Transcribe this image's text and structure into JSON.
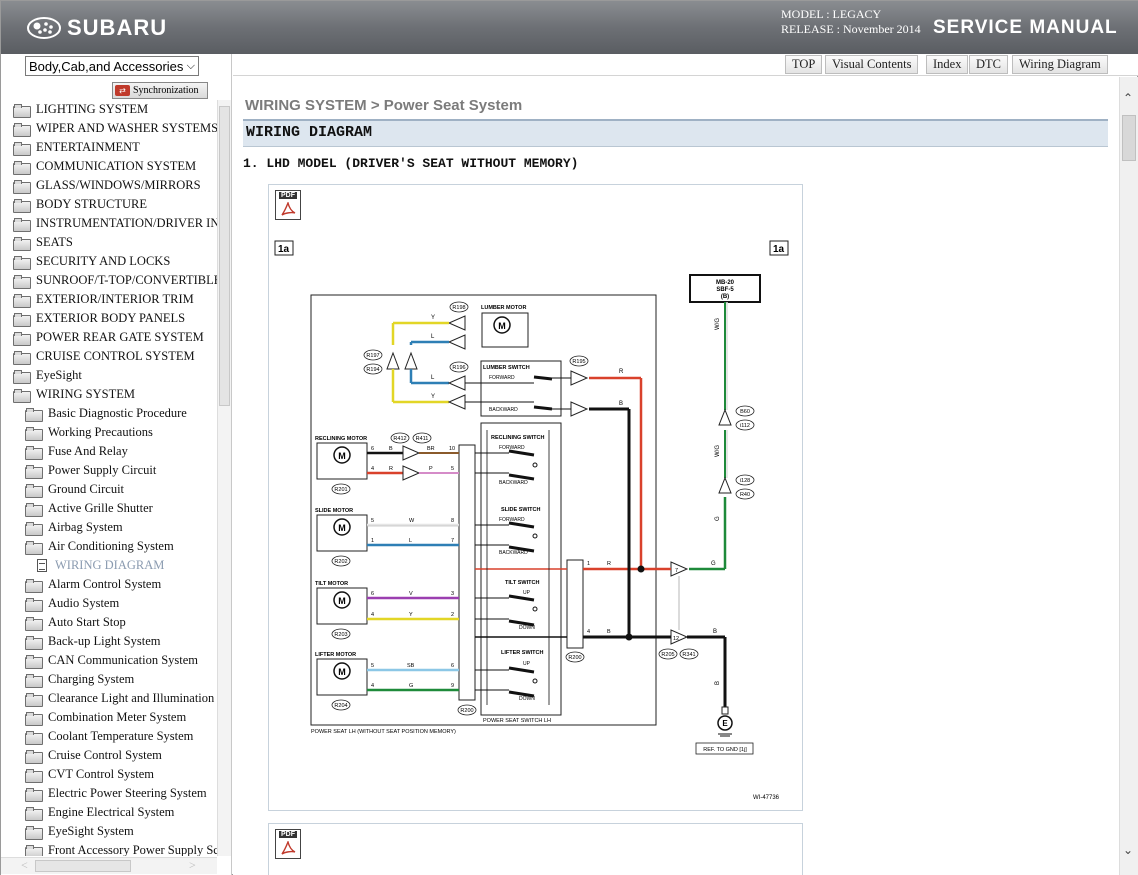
{
  "header": {
    "brand": "SUBARU",
    "model": "MODEL : LEGACY",
    "release": "RELEASE : November 2014",
    "manual_title": "SERVICE MANUAL"
  },
  "sidebar": {
    "dropdown_value": "Body,Cab,and Accessories",
    "sync_label": "Synchronization",
    "items": [
      {
        "label": "LIGHTING SYSTEM",
        "level": 0,
        "icon": "folder-icon"
      },
      {
        "label": "WIPER AND WASHER SYSTEMS",
        "level": 0,
        "icon": "folder-icon"
      },
      {
        "label": "ENTERTAINMENT",
        "level": 0,
        "icon": "folder-icon"
      },
      {
        "label": "COMMUNICATION SYSTEM",
        "level": 0,
        "icon": "folder-icon"
      },
      {
        "label": "GLASS/WINDOWS/MIRRORS",
        "level": 0,
        "icon": "folder-icon"
      },
      {
        "label": "BODY STRUCTURE",
        "level": 0,
        "icon": "folder-icon"
      },
      {
        "label": "INSTRUMENTATION/DRIVER IN",
        "level": 0,
        "icon": "folder-icon"
      },
      {
        "label": "SEATS",
        "level": 0,
        "icon": "folder-icon"
      },
      {
        "label": "SECURITY AND LOCKS",
        "level": 0,
        "icon": "folder-icon"
      },
      {
        "label": "SUNROOF/T-TOP/CONVERTIBLE",
        "level": 0,
        "icon": "folder-icon"
      },
      {
        "label": "EXTERIOR/INTERIOR TRIM",
        "level": 0,
        "icon": "folder-icon"
      },
      {
        "label": "EXTERIOR BODY PANELS",
        "level": 0,
        "icon": "folder-icon"
      },
      {
        "label": "POWER REAR GATE SYSTEM",
        "level": 0,
        "icon": "folder-icon"
      },
      {
        "label": "CRUISE CONTROL SYSTEM",
        "level": 0,
        "icon": "folder-icon"
      },
      {
        "label": "EyeSight",
        "level": 0,
        "icon": "folder-icon"
      },
      {
        "label": "WIRING SYSTEM",
        "level": 0,
        "icon": "folder-open-icon"
      },
      {
        "label": "Basic Diagnostic Procedure",
        "level": 1,
        "icon": "folder-icon"
      },
      {
        "label": "Working Precautions",
        "level": 1,
        "icon": "folder-icon"
      },
      {
        "label": "Fuse And Relay",
        "level": 1,
        "icon": "folder-icon"
      },
      {
        "label": "Power Supply Circuit",
        "level": 1,
        "icon": "folder-icon"
      },
      {
        "label": "Ground Circuit",
        "level": 1,
        "icon": "folder-icon"
      },
      {
        "label": "Active Grille Shutter",
        "level": 1,
        "icon": "folder-icon"
      },
      {
        "label": "Airbag System",
        "level": 1,
        "icon": "folder-icon"
      },
      {
        "label": "Air Conditioning System",
        "level": 1,
        "icon": "folder-open-icon"
      },
      {
        "label": "WIRING DIAGRAM",
        "level": 2,
        "icon": "document-icon",
        "active": true
      },
      {
        "label": "Alarm Control System",
        "level": 1,
        "icon": "folder-icon"
      },
      {
        "label": "Audio System",
        "level": 1,
        "icon": "folder-icon"
      },
      {
        "label": "Auto Start Stop",
        "level": 1,
        "icon": "folder-icon"
      },
      {
        "label": "Back-up Light System",
        "level": 1,
        "icon": "folder-icon"
      },
      {
        "label": "CAN Communication System",
        "level": 1,
        "icon": "folder-icon"
      },
      {
        "label": "Charging System",
        "level": 1,
        "icon": "folder-icon"
      },
      {
        "label": "Clearance Light and Illumination Li",
        "level": 1,
        "icon": "folder-icon"
      },
      {
        "label": "Combination Meter System",
        "level": 1,
        "icon": "folder-icon"
      },
      {
        "label": "Coolant Temperature System",
        "level": 1,
        "icon": "folder-icon"
      },
      {
        "label": "Cruise Control System",
        "level": 1,
        "icon": "folder-icon"
      },
      {
        "label": "CVT Control System",
        "level": 1,
        "icon": "folder-icon"
      },
      {
        "label": "Electric Power Steering System",
        "level": 1,
        "icon": "folder-icon"
      },
      {
        "label": "Engine Electrical System",
        "level": 1,
        "icon": "folder-icon"
      },
      {
        "label": "EyeSight System",
        "level": 1,
        "icon": "folder-icon"
      },
      {
        "label": "Front Accessory Power Supply Sc",
        "level": 1,
        "icon": "folder-icon"
      }
    ]
  },
  "nav": {
    "buttons": [
      "TOP",
      "Visual Contents",
      "Index",
      "DTC",
      "Wiring Diagram"
    ]
  },
  "content": {
    "breadcrumb": "WIRING SYSTEM > Power Seat System",
    "section_title": "WIRING DIAGRAM",
    "subtitle": "1. LHD MODEL (DRIVER'S SEAT WITHOUT MEMORY)",
    "pdf_label": "PDF",
    "diagram": {
      "page_tag": "1a",
      "figure_id": "WI-47736",
      "fuse_box": [
        "MB-20",
        "SBF-5",
        "(B)"
      ],
      "seat_caption": "POWER SEAT LH (WITHOUT SEAT POSITION MEMORY)",
      "switch_caption": "POWER SEAT SWITCH LH",
      "ground_label": "E",
      "ground_ref": "REF. TO GND [1j]",
      "components": {
        "lumber_motor": "LUMBER MOTOR",
        "lumber_switch": "LUMBER SWITCH",
        "reclining_motor": "RECLINING MOTOR",
        "reclining_switch": "RECLINING SWITCH",
        "slide_motor": "SLIDE MOTOR",
        "slide_switch": "SLIDE SWITCH",
        "tilt_motor": "TILT MOTOR",
        "tilt_switch": "TILT SWITCH",
        "lifter_motor": "LIFTER MOTOR",
        "lifter_switch": "LIFTER SWITCH"
      },
      "switch_positions": {
        "forward": "FORWARD",
        "backward": "BACKWARD",
        "up": "UP",
        "down": "DOWN"
      },
      "connectors": {
        "r198": "R198",
        "r197": "R197",
        "r196": "R196",
        "r195": "R195",
        "r194": "R194",
        "r412": "R412",
        "r411": "R411",
        "r201": "R201",
        "r202": "R202",
        "r203": "R203",
        "r204": "R204",
        "r200": "R200",
        "r205": "R205",
        "r341": "R341",
        "b60": "B60",
        "i112": "i112",
        "i128": "i128",
        "r40": "R40"
      },
      "wire_colors": {
        "y": "Y",
        "l": "L",
        "r": "R",
        "b": "B",
        "br": "BR",
        "p": "P",
        "w": "W",
        "v": "V",
        "sb": "SB",
        "g": "G",
        "wg": "W/G"
      },
      "pins": {
        "p1": "1",
        "p2": "2",
        "p3": "3",
        "p4": "4",
        "p5": "5",
        "p6": "6",
        "p7": "7",
        "p8": "8",
        "p9": "9",
        "p10": "10",
        "p12": "12"
      }
    }
  }
}
